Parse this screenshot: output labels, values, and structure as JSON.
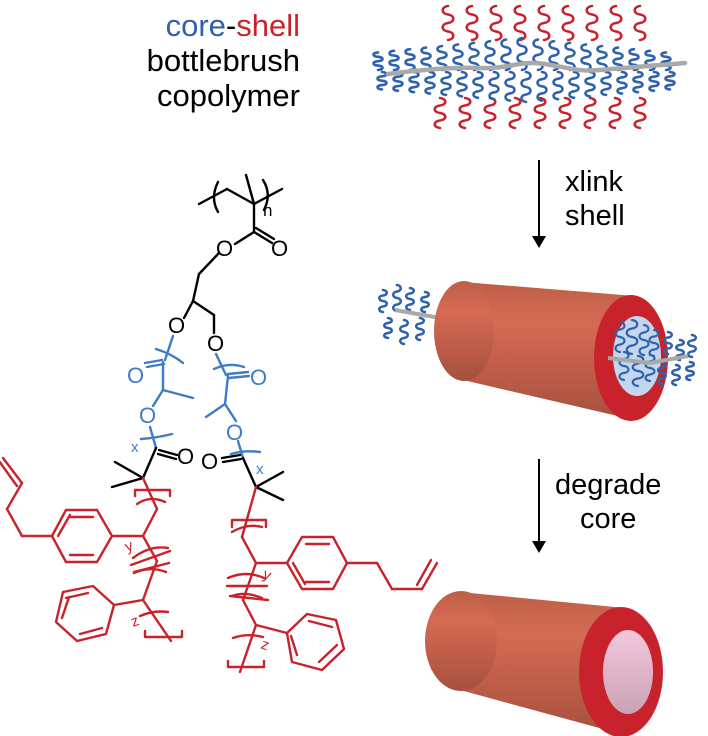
{
  "title": {
    "line1_core": "core",
    "line1_dash": "-",
    "line1_shell": "shell",
    "line2": "bottlebrush",
    "line3": "copolymer"
  },
  "steps": [
    {
      "line1": "xlink",
      "line2": "shell"
    },
    {
      "line1": "degrade",
      "line2": "core"
    }
  ],
  "structure": {
    "atoms": {
      "oxygen": "O"
    },
    "subscripts": {
      "n": "n",
      "x": "x",
      "y": "y",
      "z": "z"
    }
  },
  "colors": {
    "core": "#2f62ad",
    "shell": "#c8232c",
    "chem_blue": "#3f7cc4",
    "chem_red": "#c8232c",
    "backbone": "#a9a9a9",
    "cylinder": "#c65e48",
    "cylinder_rim": "#c8232c",
    "core_fill": "#c3d6ec",
    "hollow_fill": "#eec3d6"
  }
}
